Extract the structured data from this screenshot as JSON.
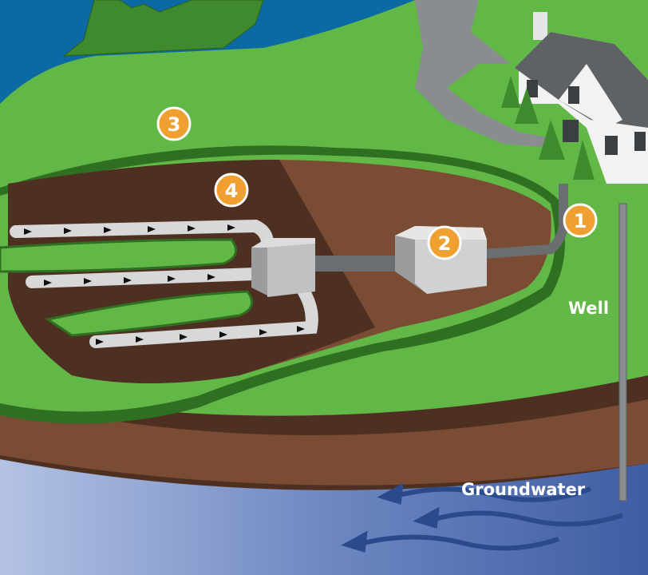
{
  "badges": [
    {
      "number": "1",
      "color": "#f0a030"
    },
    {
      "number": "2",
      "color": "#f0a030"
    },
    {
      "number": "3",
      "color": "#f0a030"
    },
    {
      "number": "4",
      "color": "#f0a030"
    }
  ],
  "labels": {
    "well": "Well",
    "groundwater": "Groundwater"
  },
  "colors": {
    "sky_water": "#0b6aa3",
    "grass": "#62b846",
    "dark_grass": "#3f8a2c",
    "soil": "#7a4c34",
    "dark_soil": "#4e3022",
    "groundwater": "#4a68aa",
    "badge": "#f0a030"
  }
}
